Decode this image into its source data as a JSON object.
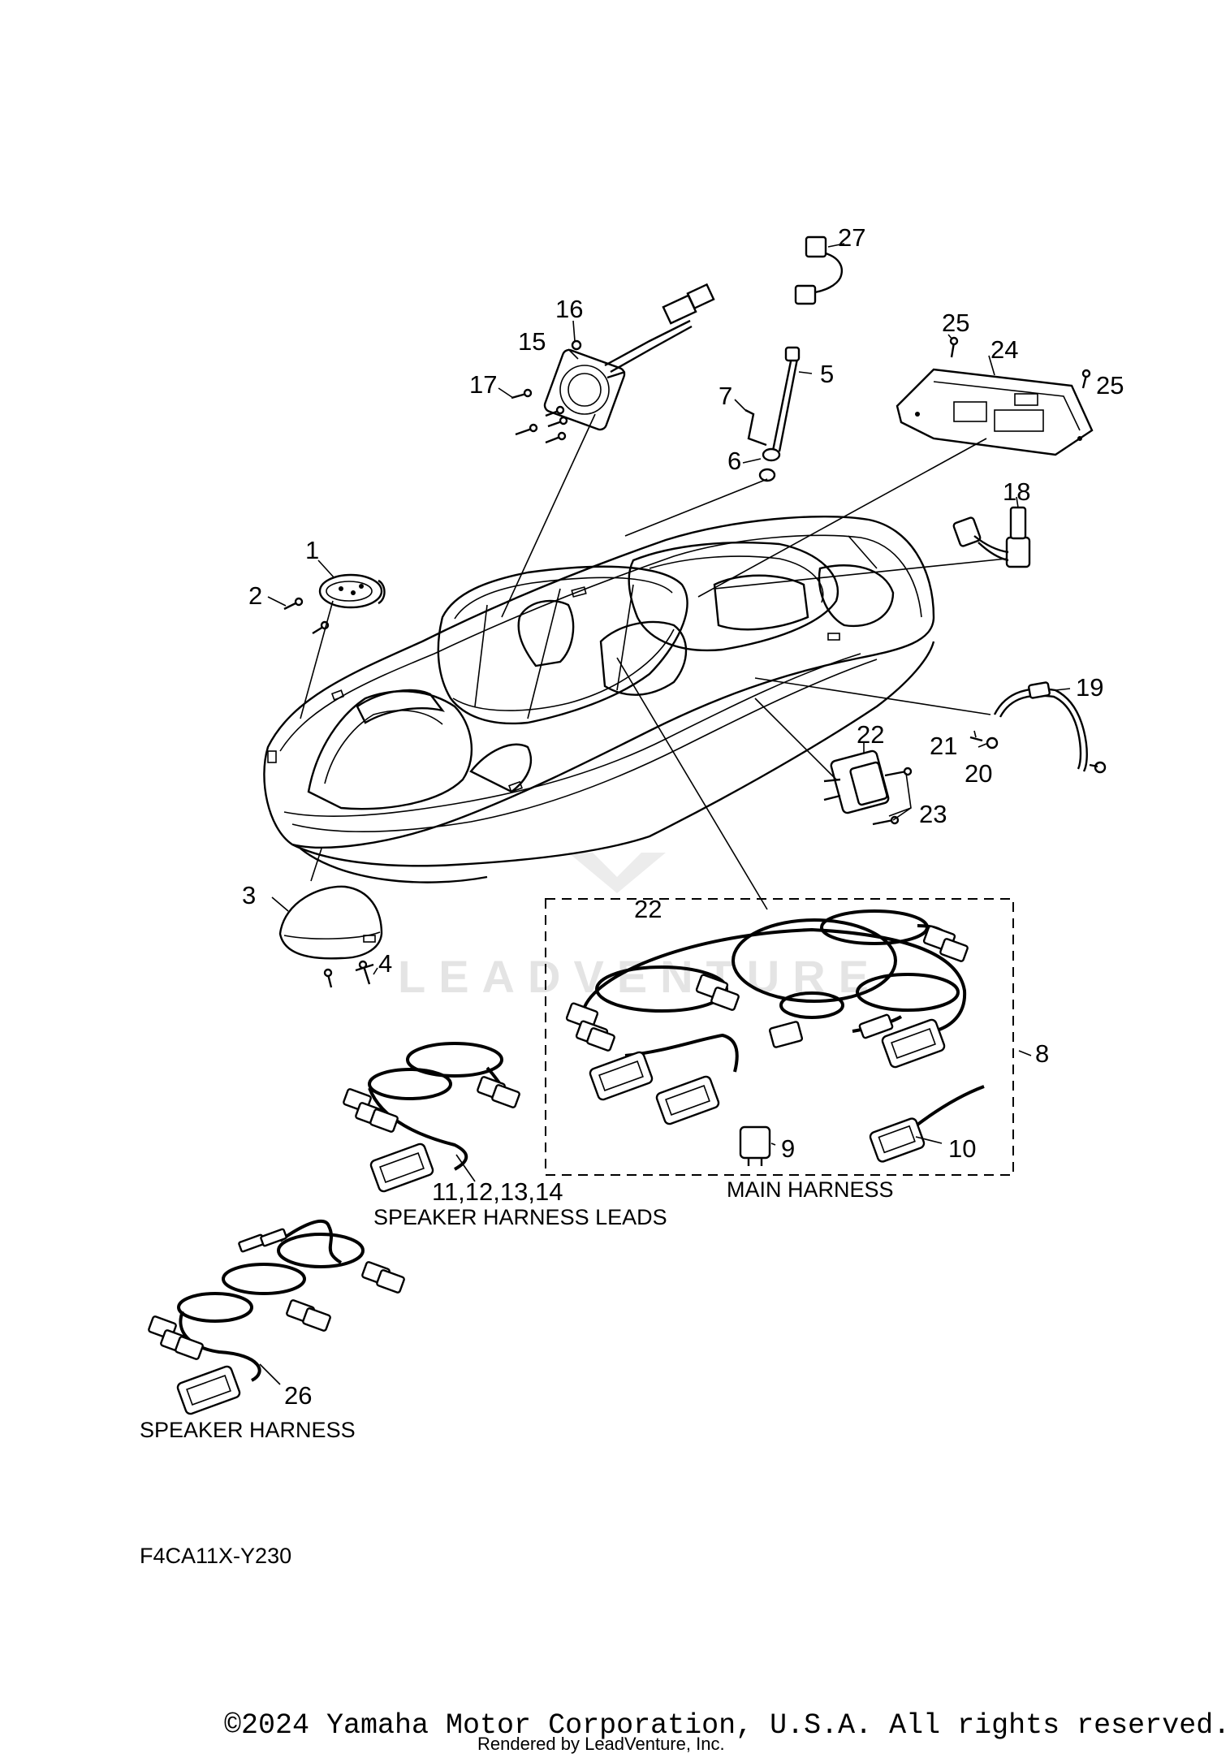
{
  "diagram": {
    "callouts": {
      "c1": "1",
      "c2": "2",
      "c3": "3",
      "c4": "4",
      "c5": "5",
      "c6": "6",
      "c7": "7",
      "c8": "8",
      "c9": "9",
      "c10": "10",
      "c15": "15",
      "c16": "16",
      "c17": "17",
      "c18": "18",
      "c19": "19",
      "c20": "20",
      "c21": "21",
      "c22a": "22",
      "c22b": "22",
      "c23": "23",
      "c24": "24",
      "c25a": "25",
      "c25b": "25",
      "c26": "26",
      "c27": "27",
      "c11_14": "11,12,13,14"
    },
    "captions": {
      "main_harness": "MAIN HARNESS",
      "speaker_harness_leads": "SPEAKER HARNESS LEADS",
      "speaker_harness": "SPEAKER HARNESS"
    },
    "diagram_code": "F4CA11X-Y230",
    "watermark": "LEADVENTURE"
  },
  "footer": {
    "copyright": "©2024 Yamaha Motor Corporation, U.S.A. All rights reserved.",
    "rendered_by": "Rendered by LeadVenture, Inc."
  },
  "colors": {
    "line": "#000000",
    "background": "#ffffff",
    "watermark": "#e4e4e4"
  }
}
